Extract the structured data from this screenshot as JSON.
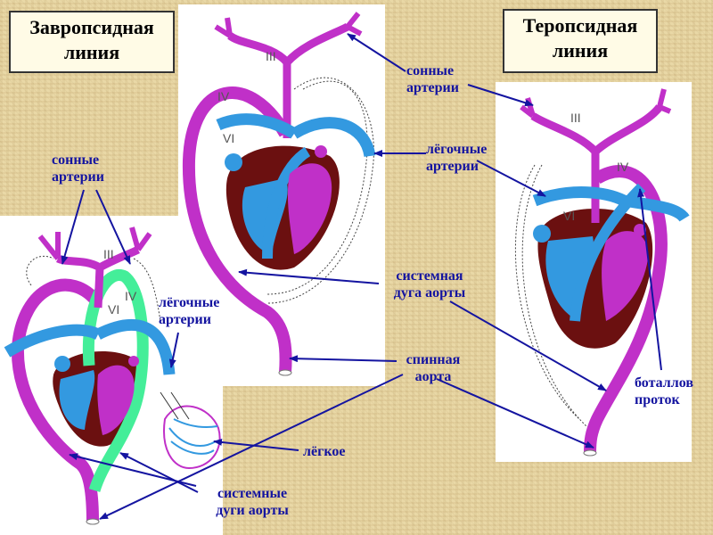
{
  "titles": {
    "left": "Завропсидная линия",
    "right": "Теропсидная линия"
  },
  "labels": {
    "carotid_top": "сонные артерии",
    "carotid_left": "сонные артерии",
    "pulmonary_mid": "лёгочные артерии",
    "pulmonary_left": "лёгочные артерии",
    "systemic_arch": "системная дуга аорты",
    "dorsal_aorta": "спинная аорта",
    "lung": "лёгкое",
    "systemic_arches": "системные дуги аорты",
    "botallo_duct": "боталлов проток"
  },
  "roman_numerals": {
    "left": [
      "III",
      "IV",
      "VI"
    ],
    "middle": [
      "III",
      "IV",
      "VI"
    ],
    "right": [
      "III",
      "IV",
      "VI"
    ]
  },
  "colors": {
    "systemic": "#c030c8",
    "pulmonary": "#3399e0",
    "right_arch": "#44ee99",
    "heart": "#6b1010",
    "pointer": "#1414a0"
  }
}
